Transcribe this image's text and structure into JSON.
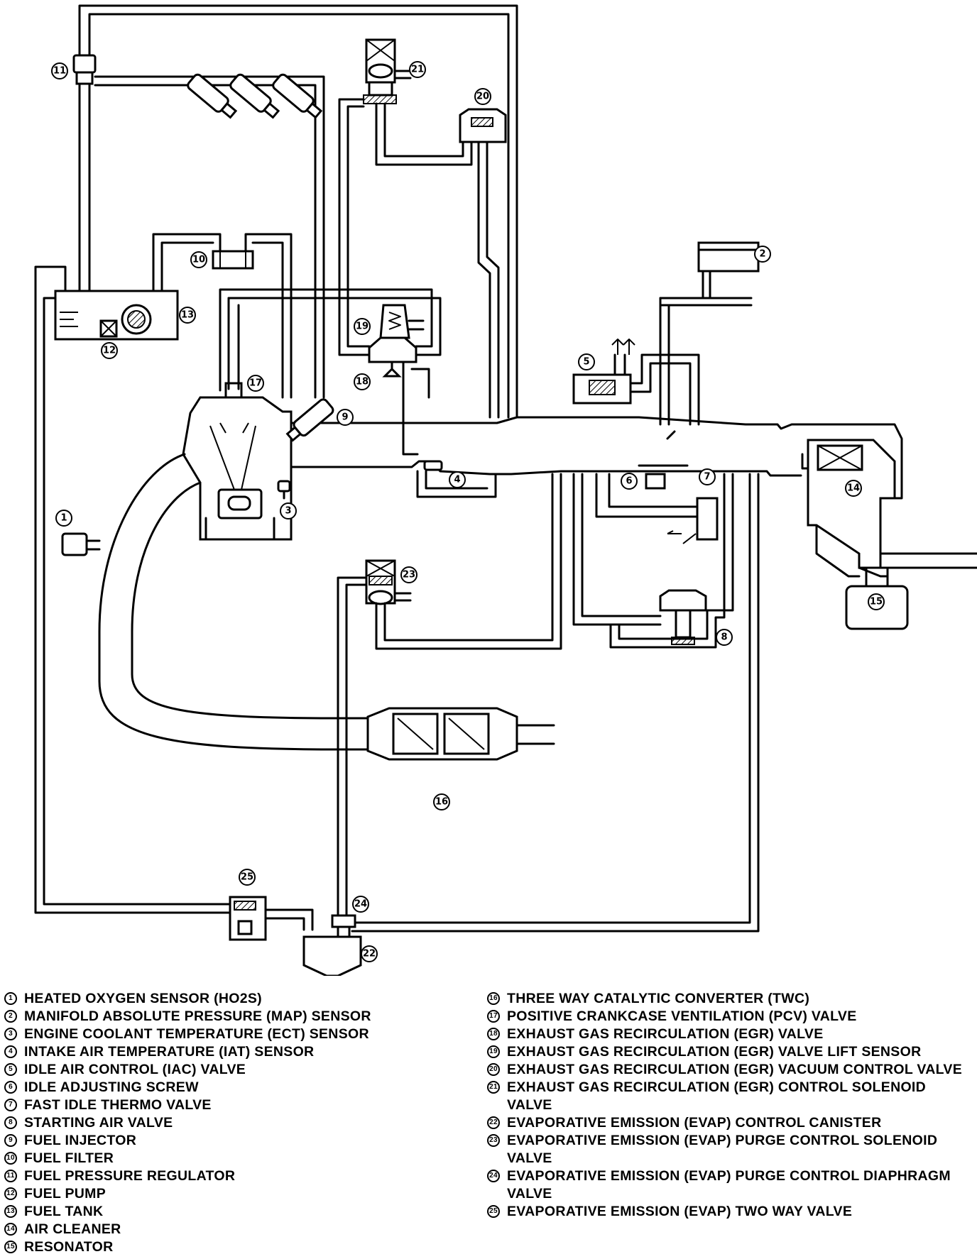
{
  "callouts": [
    "1",
    "2",
    "3",
    "4",
    "5",
    "6",
    "7",
    "8",
    "9",
    "10",
    "11",
    "12",
    "13",
    "14",
    "15",
    "16",
    "17",
    "18",
    "19",
    "20",
    "21",
    "22",
    "23",
    "24",
    "25"
  ],
  "legend_left": [
    {
      "num": "1",
      "label": "HEATED OXYGEN SENSOR (HO2S)"
    },
    {
      "num": "2",
      "label": "MANIFOLD ABSOLUTE PRESSURE (MAP) SENSOR"
    },
    {
      "num": "3",
      "label": "ENGINE COOLANT TEMPERATURE (ECT) SENSOR"
    },
    {
      "num": "4",
      "label": "INTAKE AIR TEMPERATURE (IAT) SENSOR"
    },
    {
      "num": "5",
      "label": "IDLE AIR CONTROL (IAC) VALVE"
    },
    {
      "num": "6",
      "label": "IDLE ADJUSTING SCREW"
    },
    {
      "num": "7",
      "label": "FAST IDLE THERMO VALVE"
    },
    {
      "num": "8",
      "label": "STARTING AIR VALVE"
    },
    {
      "num": "9",
      "label": "FUEL INJECTOR"
    },
    {
      "num": "10",
      "label": "FUEL FILTER"
    },
    {
      "num": "11",
      "label": "FUEL PRESSURE REGULATOR"
    },
    {
      "num": "12",
      "label": "FUEL PUMP"
    },
    {
      "num": "13",
      "label": "FUEL TANK"
    },
    {
      "num": "14",
      "label": "AIR CLEANER"
    },
    {
      "num": "15",
      "label": "RESONATOR"
    }
  ],
  "legend_right": [
    {
      "num": "16",
      "label": "THREE WAY CATALYTIC CONVERTER (TWC)"
    },
    {
      "num": "17",
      "label": "POSITIVE CRANKCASE VENTILATION (PCV) VALVE"
    },
    {
      "num": "18",
      "label": "EXHAUST GAS RECIRCULATION (EGR) VALVE"
    },
    {
      "num": "19",
      "label": "EXHAUST GAS RECIRCULATION (EGR) VALVE LIFT SENSOR"
    },
    {
      "num": "20",
      "label": "EXHAUST GAS RECIRCULATION (EGR) VACUUM CONTROL VALVE"
    },
    {
      "num": "21",
      "label": "EXHAUST GAS RECIRCULATION (EGR) CONTROL SOLENOID VALVE"
    },
    {
      "num": "22",
      "label": "EVAPORATIVE EMISSION (EVAP) CONTROL CANISTER"
    },
    {
      "num": "23",
      "label": "EVAPORATIVE EMISSION (EVAP) PURGE CONTROL SOLENOID VALVE"
    },
    {
      "num": "24",
      "label": "EVAPORATIVE EMISSION (EVAP) PURGE CONTROL DIAPHRAGM VALVE"
    },
    {
      "num": "25",
      "label": "EVAPORATIVE EMISSION (EVAP) TWO WAY VALVE"
    }
  ]
}
